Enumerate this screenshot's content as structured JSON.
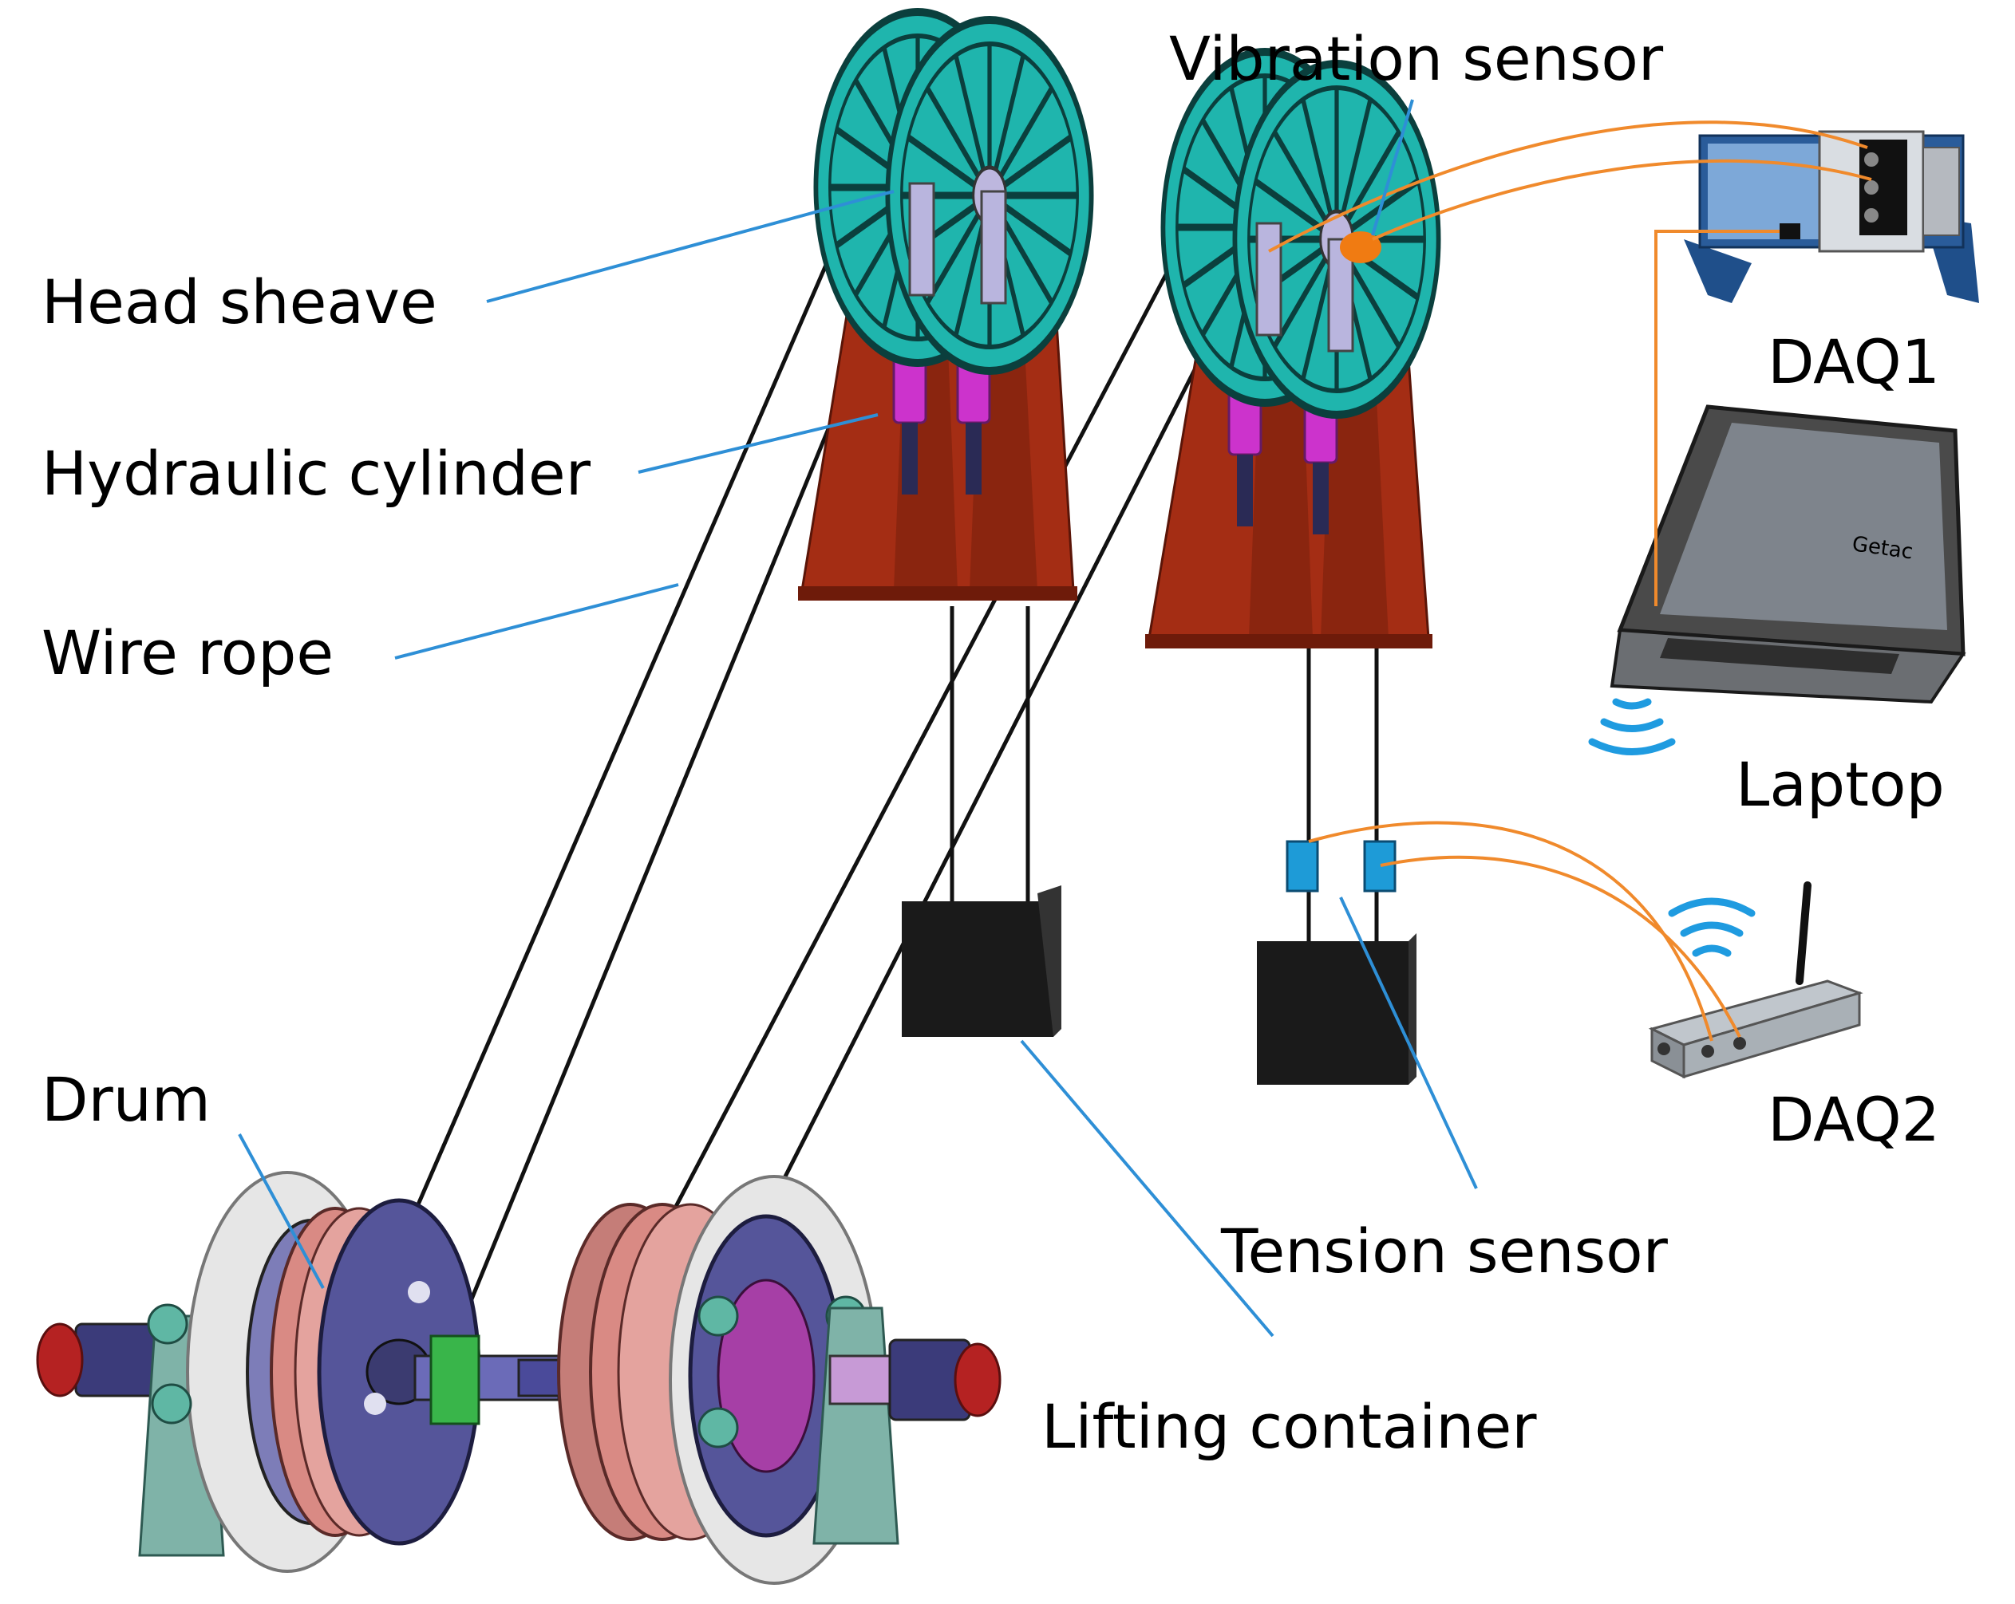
{
  "labels": {
    "vibration_sensor": "Vibration sensor",
    "head_sheave": "Head sheave",
    "hydraulic_cylinder": "Hydraulic cylinder",
    "wire_rope": "Wire rope",
    "drum": "Drum",
    "daq1": "DAQ1",
    "laptop": "Laptop",
    "daq2": "DAQ2",
    "tension_sensor": "Tension sensor",
    "lifting_container": "Lifting container"
  },
  "laptop_screen_text": "Getac",
  "colors": {
    "leader_line": "#2e8fd6",
    "signal_wire": "#f08a2c",
    "sheave": "#1fb5ad",
    "sheave_stand": "#a42d14",
    "hydraulic_cylinder": "#cc33cc",
    "tension_sensor": "#1e9bd7",
    "vibration_sensor": "#f07b12",
    "container": "#1a1a1a",
    "drum_flange": "#55559a",
    "drum_winding": "#d98a84",
    "brake_disc": "#e6e6e6",
    "wireless_icon": "#1f9be0"
  },
  "icons": [
    "wifi-icon",
    "wifi-icon"
  ]
}
